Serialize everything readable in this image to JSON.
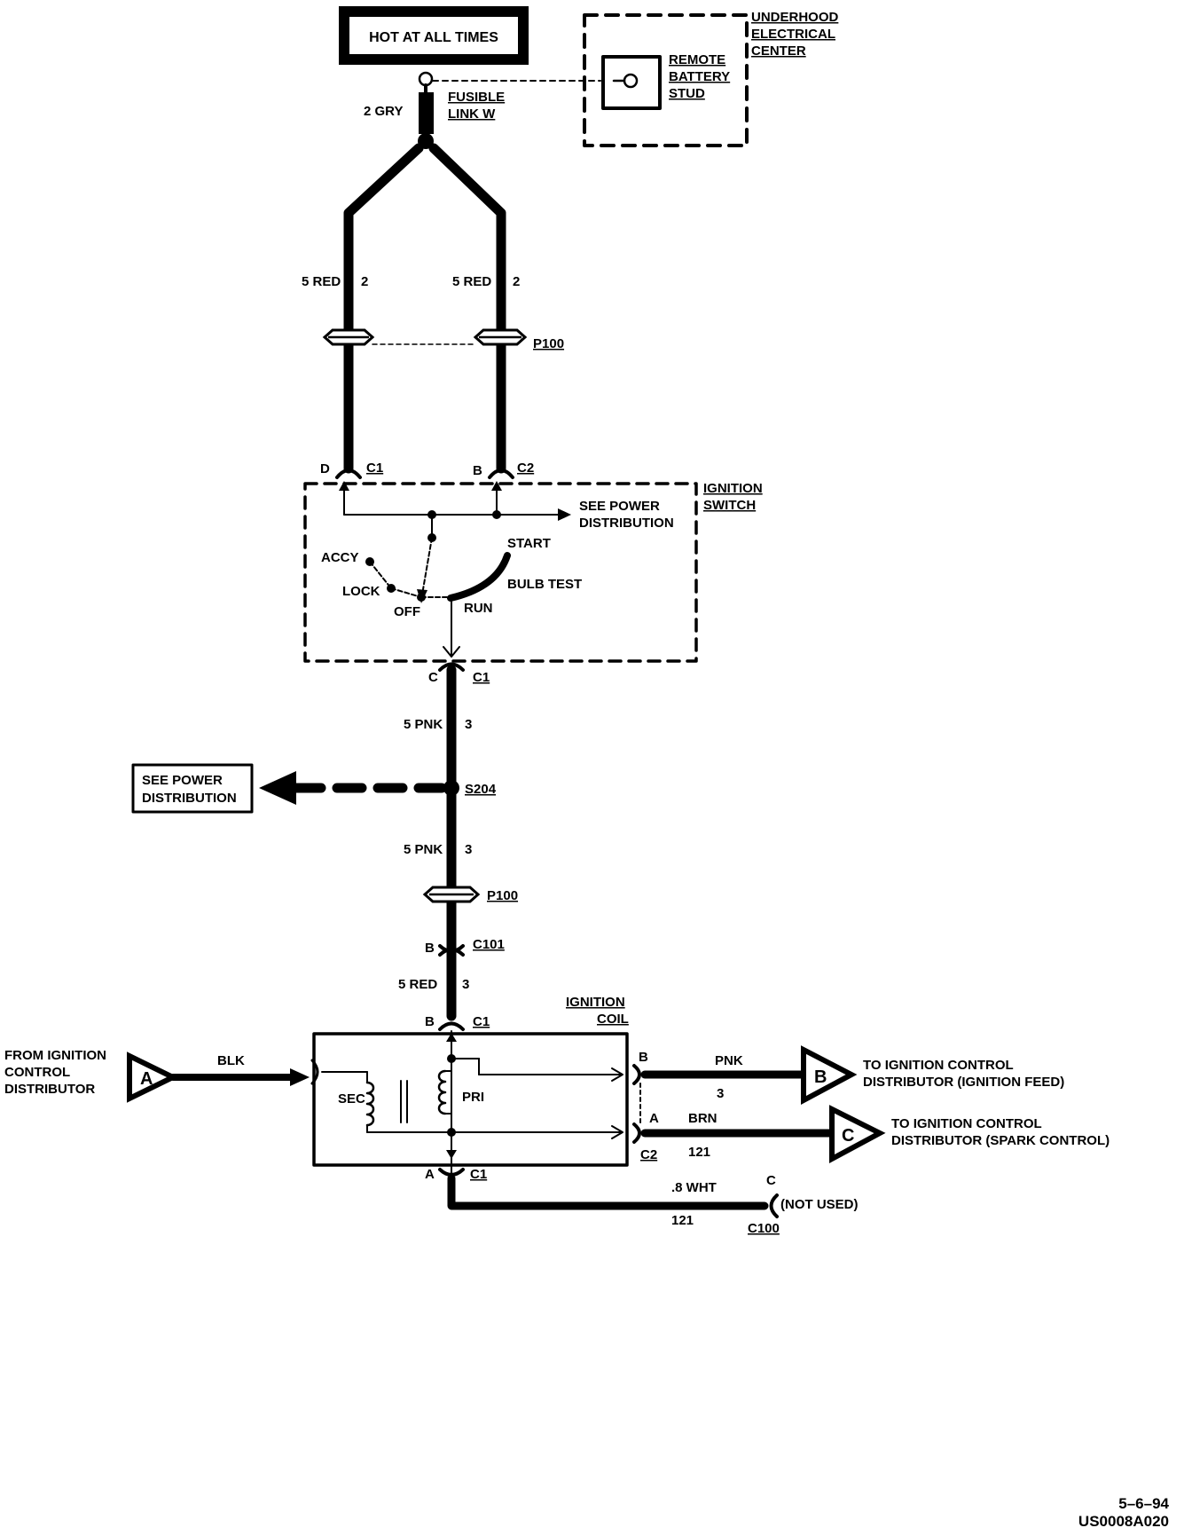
{
  "hot_label": "HOT AT ALL TIMES",
  "underhood": {
    "line1": "UNDERHOOD",
    "line2": "ELECTRICAL",
    "line3": "CENTER"
  },
  "remote_stud": {
    "line1": "REMOTE",
    "line2": "BATTERY",
    "line3": "STUD"
  },
  "fusible": {
    "wire": "2  GRY",
    "line1": "FUSIBLE",
    "line2": "LINK W"
  },
  "red_wire_left": {
    "gauge": "5 RED",
    "circuit": "2"
  },
  "red_wire_right": {
    "gauge": "5 RED",
    "circuit": "2"
  },
  "p100_top": "P100",
  "c1_top": {
    "pin": "D",
    "name": "C1"
  },
  "c2_top": {
    "pin": "B",
    "name": "C2"
  },
  "ignition_switch": {
    "line1": "IGNITION",
    "line2": "SWITCH",
    "see_power_1": "SEE POWER",
    "see_power_2": "DISTRIBUTION",
    "start": "START",
    "accy": "ACCY",
    "lock": "LOCK",
    "off": "OFF",
    "bulb_test": "BULB TEST",
    "run": "RUN"
  },
  "c1_switch_out": {
    "pin": "C",
    "name": "C1"
  },
  "pnk_upper": {
    "gauge": "5 PNK",
    "circuit": "3"
  },
  "splice": "S204",
  "see_power_box": {
    "line1": "SEE POWER",
    "line2": "DISTRIBUTION"
  },
  "pnk_lower": {
    "gauge": "5 PNK",
    "circuit": "3"
  },
  "p100_mid": "P100",
  "c101": {
    "pin": "B",
    "name": "C101"
  },
  "red_lower": {
    "gauge": "5  RED",
    "circuit": "3"
  },
  "coil": {
    "line1": "IGNITION",
    "line2": "COIL",
    "c1_pin": "B",
    "c1_name": "C1",
    "sec": "SEC",
    "pri": "PRI"
  },
  "from_ignition": {
    "line1": "FROM IGNITION",
    "line2": "CONTROL",
    "line3": "DISTRIBUTOR",
    "wire": "BLK",
    "badge": "A"
  },
  "to_feed": {
    "pin": "B",
    "wire": "PNK",
    "circuit": "3",
    "badge": "B",
    "line1": "TO IGNITION CONTROL",
    "line2": "DISTRIBUTOR (IGNITION FEED)"
  },
  "to_spark": {
    "pin": "A",
    "wire": "BRN",
    "circuit": "121",
    "connector": "C2",
    "badge": "C",
    "line1": "TO IGNITION CONTROL",
    "line2": "DISTRIBUTOR (SPARK CONTROL)"
  },
  "bottom": {
    "pin_a": "A",
    "c1": "C1",
    "wire": ".8 WHT",
    "circuit": "121",
    "pin_c": "C",
    "not_used": "(NOT USED)",
    "connector": "C100"
  },
  "footer": {
    "date": "5–6–94",
    "code": "US0008A020"
  }
}
